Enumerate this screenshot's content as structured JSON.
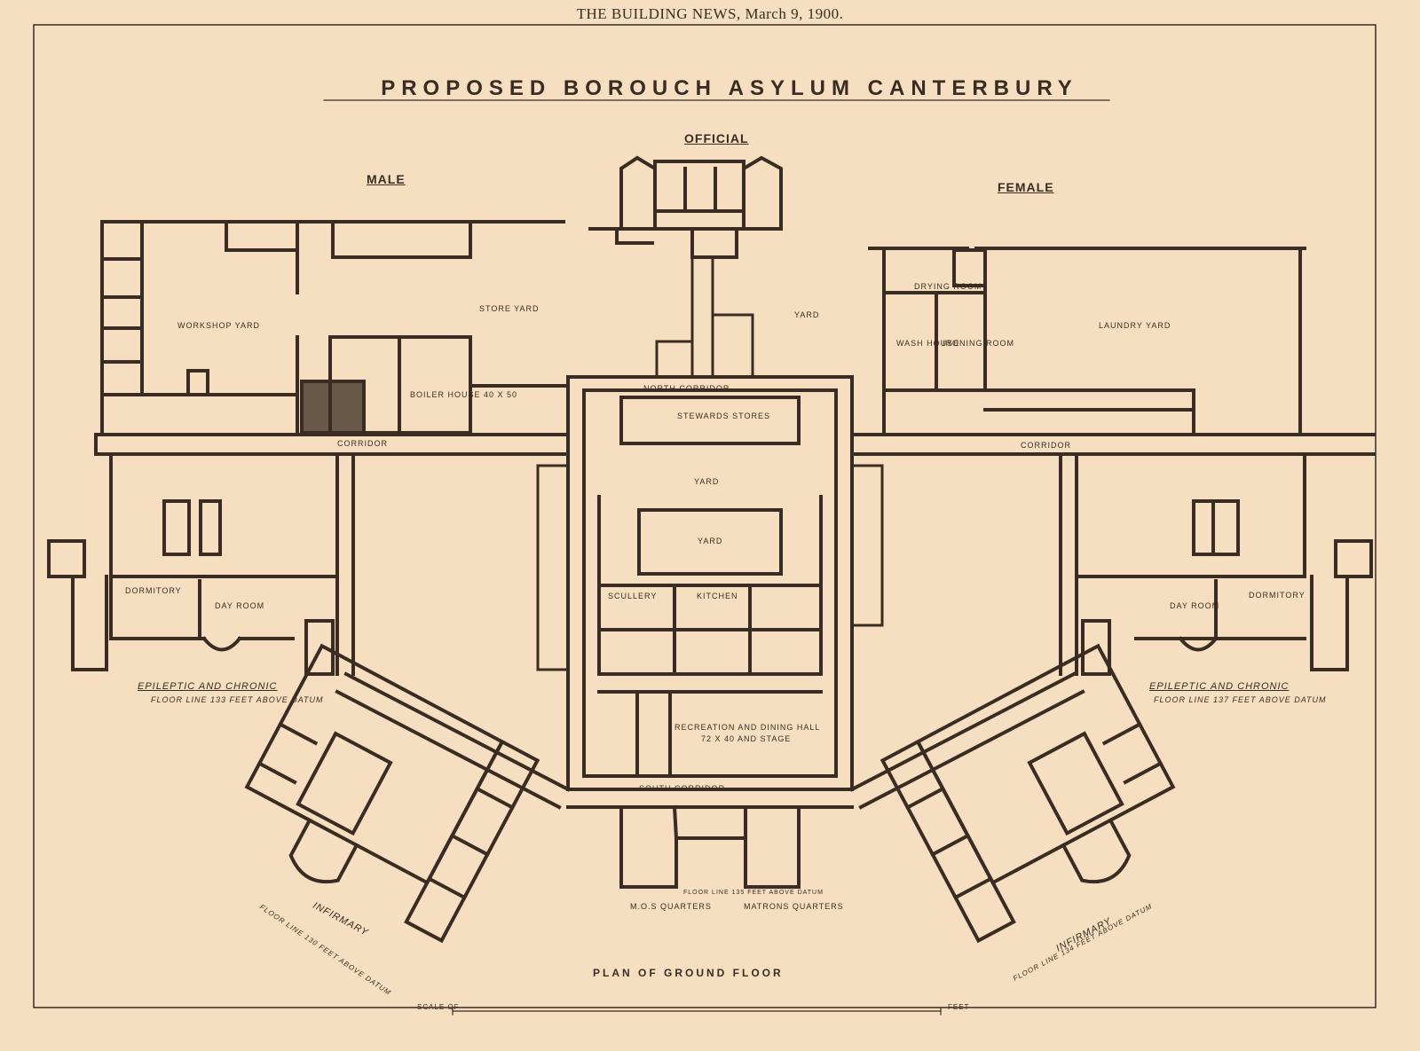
{
  "header": "THE BUILDING NEWS, March 9, 1900.",
  "title": "PROPOSED BOROUCH ASYLUM CANTERBURY",
  "sections": {
    "official": "OFFICIAL",
    "male": "MALE",
    "female": "FEMALE"
  },
  "rooms": {
    "store_yard": "STORE YARD",
    "workshop_yard": "WORKSHOP YARD",
    "yard_center": "YARD",
    "laundry_yard": "LAUNDRY YARD",
    "boiler_house": "BOILER HOUSE 40 x 50",
    "stewards_stores": "STEWARDS STORES",
    "north_corridor": "NORTH CORRIDOR",
    "corridor_left": "CORRIDOR",
    "corridor_right": "CORRIDOR",
    "yard_mid": "YARD",
    "yard_inner": "YARD",
    "kitchen": "KITCHEN",
    "scullery": "SCULLERY",
    "recreation_hall": "RECREATION AND DINING HALL",
    "recreation_hall_size": "72 x 40 AND STAGE",
    "south_corridor": "SOUTH CORRIDOR",
    "day_room_left": "DAY ROOM",
    "day_room_right": "DAY ROOM",
    "dormitory_left": "DORMITORY",
    "dormitory_right": "DORMITORY",
    "drying_room": "DRYING ROOM",
    "wash_house": "WASH HOUSE",
    "ironing_room": "IRONING ROOM",
    "mo_quarters": "M.O.s QUARTERS",
    "floor_line_center": "FLOOR LINE 135 FEET ABOVE DATUM",
    "matrons_quarters": "MATRONS QUARTERS"
  },
  "annotations": {
    "epileptic_left": "EPILEPTIC AND CHRONIC",
    "floor_left": "FLOOR LINE 133 FEET ABOVE DATUM",
    "epileptic_right": "EPILEPTIC AND CHRONIC",
    "floor_right": "FLOOR LINE 137 FEET ABOVE DATUM",
    "infirmary_left": "INFIRMARY",
    "infirmary_left_floor": "FLOOR LINE 130 FEET ABOVE DATUM",
    "infirmary_right": "INFIRMARY",
    "infirmary_right_floor": "FLOOR LINE 134 FEET ABOVE DATUM"
  },
  "footer": {
    "plan_title": "PLAN OF GROUND FLOOR",
    "scale": "SCALE OF",
    "feet": "FEET"
  },
  "colors": {
    "paper": "#f5dfc0",
    "ink": "#3a2c22"
  }
}
